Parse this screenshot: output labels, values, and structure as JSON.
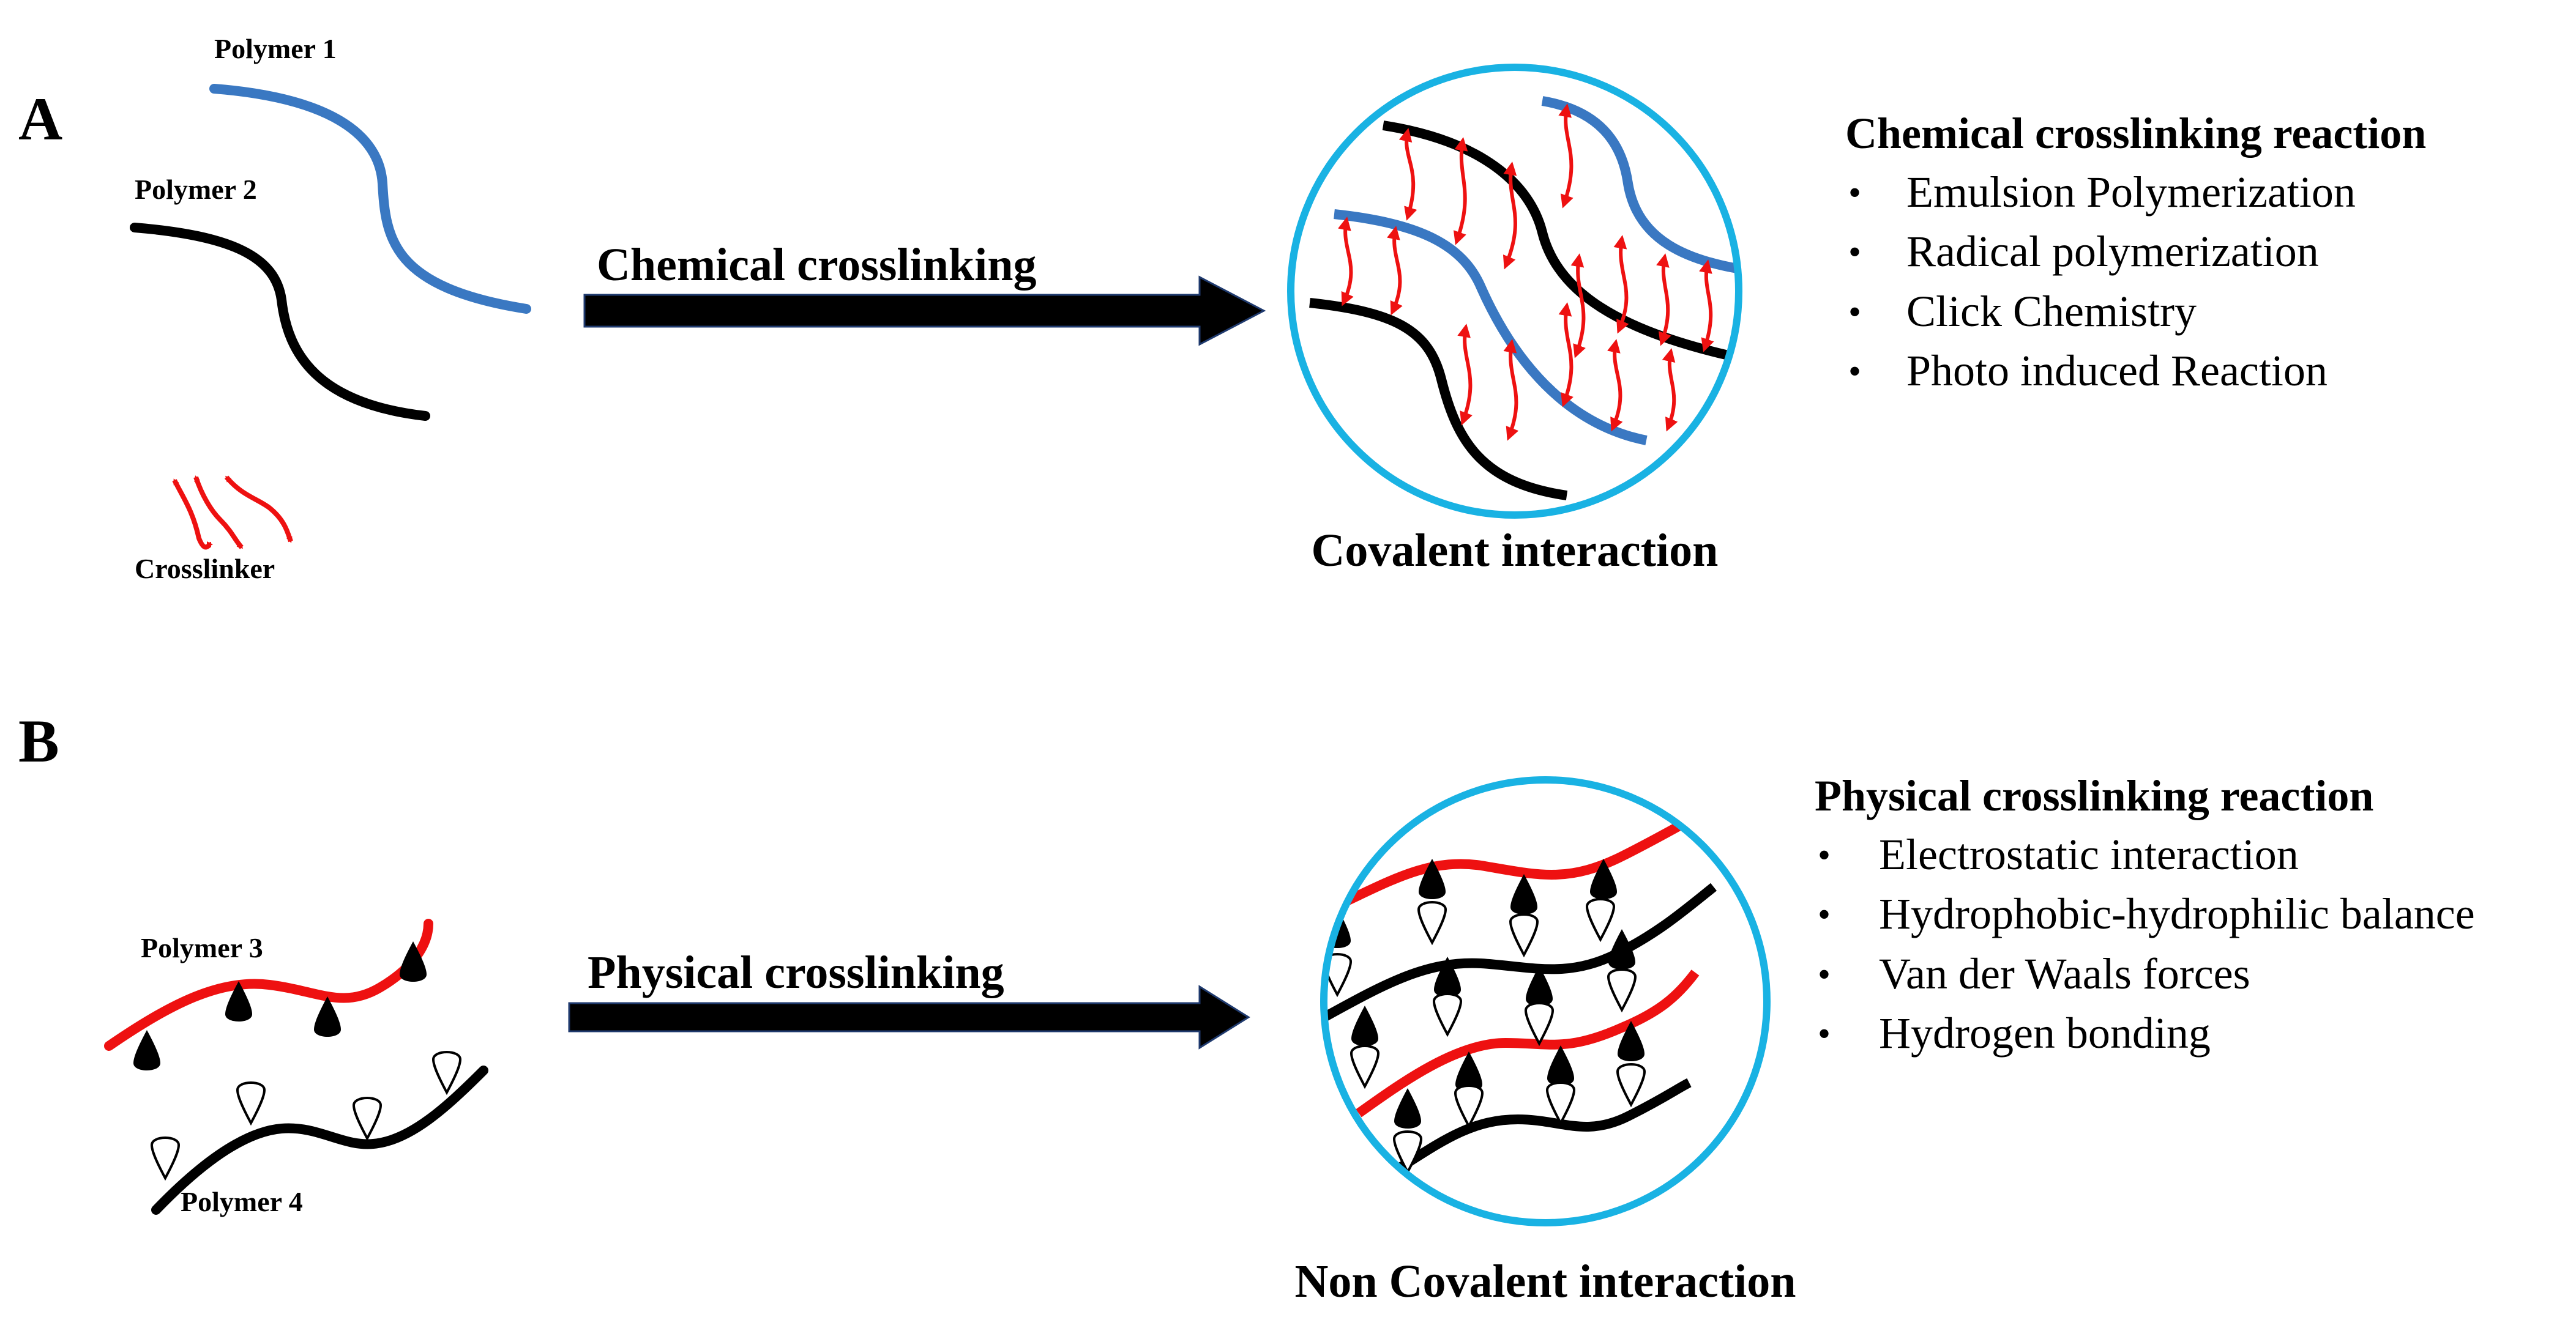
{
  "panel_a": {
    "letter": "A",
    "polymer1_label": "Polymer 1",
    "polymer2_label": "Polymer 2",
    "crosslinker_label": "Crosslinker",
    "arrow_label": "Chemical crosslinking",
    "interaction_label": "Covalent interaction",
    "reaction_heading": "Chemical crosslinking reaction",
    "reactions": [
      "Emulsion Polymerization",
      "Radical polymerization",
      "Click Chemistry",
      "Photo induced Reaction"
    ]
  },
  "panel_b": {
    "letter": "B",
    "polymer3_label": "Polymer 3",
    "polymer4_label": "Polymer 4",
    "arrow_label": "Physical crosslinking",
    "interaction_label": "Non Covalent interaction",
    "reaction_heading": "Physical crosslinking reaction",
    "reactions": [
      "Electrostatic interaction",
      "Hydrophobic-hydrophilic balance",
      "Van der Waals forces",
      "Hydrogen bonding"
    ]
  },
  "colors": {
    "polymer1": "#3a78c2",
    "polymer2": "#000000",
    "polymer3": "#ee1111",
    "polymer4": "#000000",
    "crosslinker": "#ee1111",
    "circle_border": "#19b2e3",
    "arrow": "#000000"
  },
  "icons": {
    "hydrophobic_group": "black-teardrop-icon",
    "hydrophilic_group": "white-teardrop-icon",
    "crosslinker": "red-wavy-double-arrow-icon"
  }
}
